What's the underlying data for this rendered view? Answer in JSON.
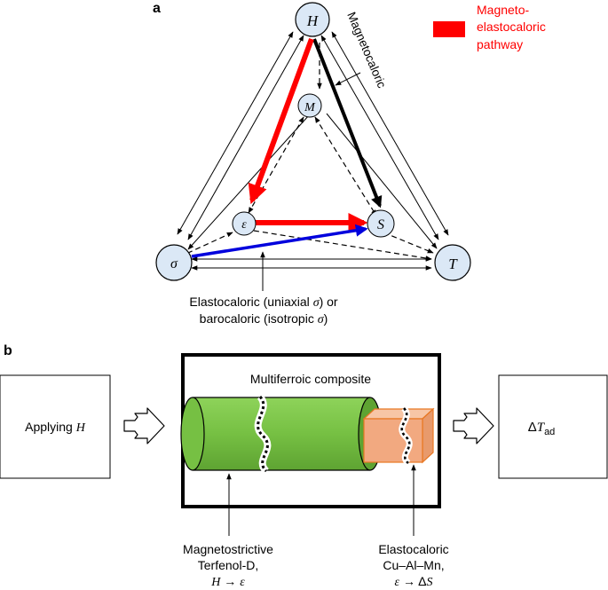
{
  "panel_a": {
    "label": "a",
    "nodes": {
      "H": "H",
      "M": "M",
      "epsilon": "ε",
      "S": "S",
      "sigma": "σ",
      "T": "T"
    },
    "legend": {
      "line1": "Magneto-",
      "line2": "elastocaloric",
      "line3": "pathway",
      "color": "#ff0000"
    },
    "magnetocaloric_label": "Magnetocaloric",
    "elastocaloric_caption": {
      "line1_pre": "Elastocaloric (uniaxial ",
      "line1_sym": "σ",
      "line1_post": ") or",
      "line2_pre": "barocaloric (isotropic ",
      "line2_sym": "σ",
      "line2_post": ")"
    },
    "colors": {
      "node_fill": "#dbe8f6",
      "red_path": "#ff0000",
      "blue_path": "#0000dd",
      "black_path": "#000000"
    }
  },
  "panel_b": {
    "label": "b",
    "input_box": {
      "text": "Applying ",
      "symbol": "H"
    },
    "composite_title": "Multiferroic composite",
    "output_box": {
      "symbol_pre": "Δ",
      "symbol": "T",
      "subscript": "ad"
    },
    "magnetostrictive_caption": {
      "line1": "Magnetostrictive",
      "line2": "Terfenol-D,",
      "line3_a": "H",
      "line3_arrow": " → ",
      "line3_b": "ε"
    },
    "elastocaloric_caption": {
      "line1": "Elastocaloric",
      "line2": "Cu–Al–Mn,",
      "line3_a": "ε",
      "line3_arrow": " → Δ",
      "line3_b": "S"
    },
    "colors": {
      "terfenol_fill": "#76c043",
      "cualmn_fill": "#f2a980",
      "cualmn_stroke": "#e87722"
    }
  }
}
